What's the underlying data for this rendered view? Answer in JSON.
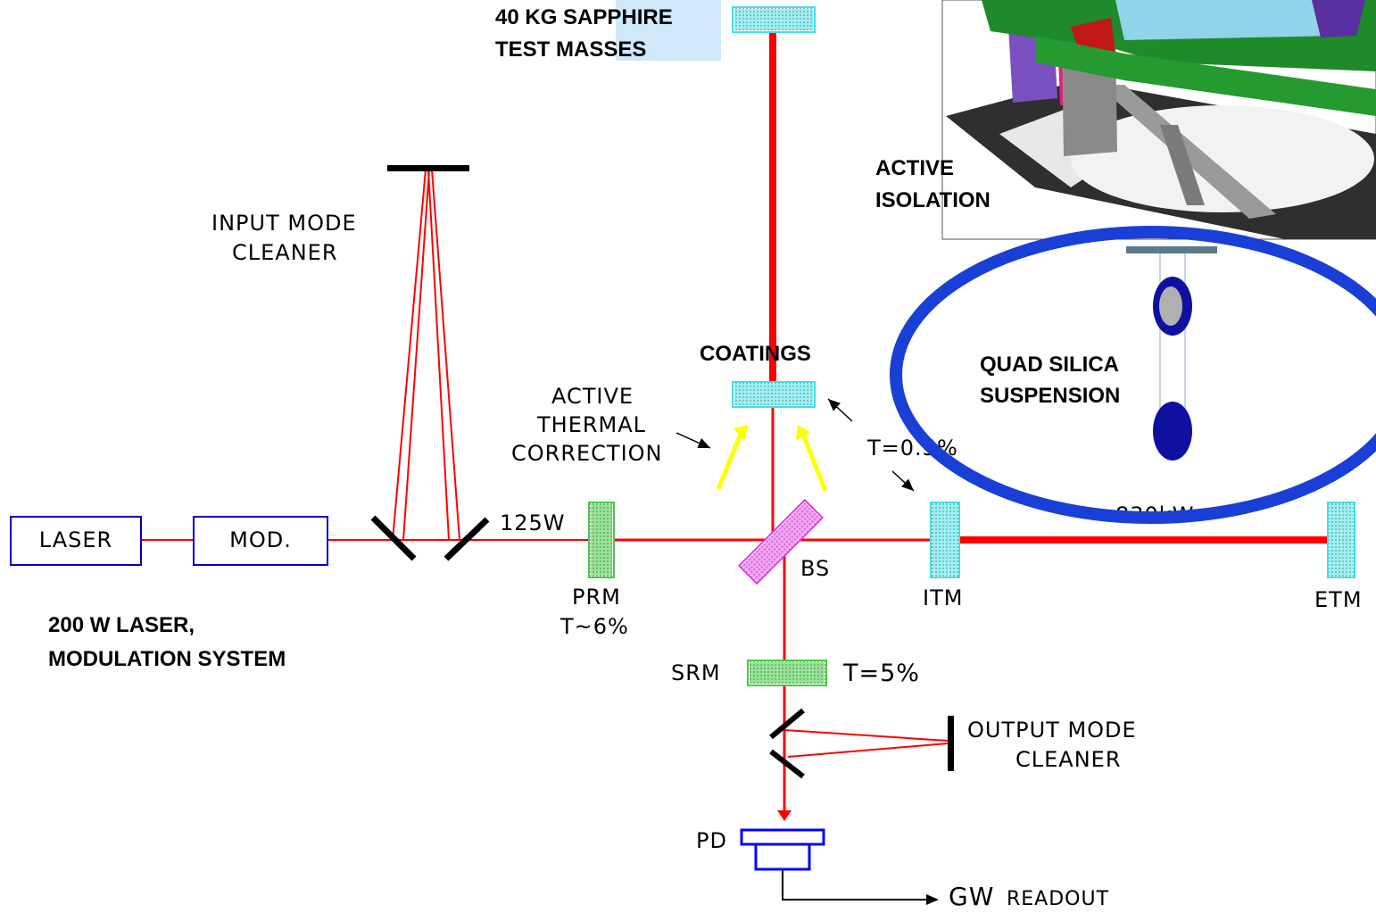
{
  "labels": {
    "test_masses_1": "40 KG SAPPHIRE",
    "test_masses_2": "TEST MASSES",
    "input_mc_1": "INPUT  MODE",
    "input_mc_2": "CLEANER",
    "active_iso_1": "ACTIVE",
    "active_iso_2": "ISOLATION",
    "coatings": "COATINGS",
    "thermal_1": "ACTIVE",
    "thermal_2": "THERMAL",
    "thermal_3": "CORRECTION",
    "quad_1": "QUAD SILICA",
    "quad_2": "SUSPENSION",
    "itm_transmission": "T=0.5%",
    "arm_power": "830kW",
    "laser": "LASER",
    "mod": "MOD.",
    "input_power": "125W",
    "bs": "BS",
    "prm": "PRM",
    "prm_transmission": "T~6%",
    "itm": "ITM",
    "etm": "ETM",
    "laser_system_1": "200 W LASER,",
    "laser_system_2": "MODULATION SYSTEM",
    "srm": "SRM",
    "srm_transmission": "T=5%",
    "output_mc_1": "OUTPUT  MODE",
    "output_mc_2": "CLEANER",
    "pd": "PD",
    "gw": "GW",
    "readout": "READOUT"
  },
  "colors": {
    "beam": "#ff0000",
    "test_mass": "#40e0e8",
    "recycling_mirror": "#44cc44",
    "beamsplitter": "#ee33ee",
    "thermal_arrow": "#ffff00",
    "suspension_ring": "#1a3fd6",
    "suspension_mass": "#1010a0",
    "detector": "#0000ff"
  }
}
